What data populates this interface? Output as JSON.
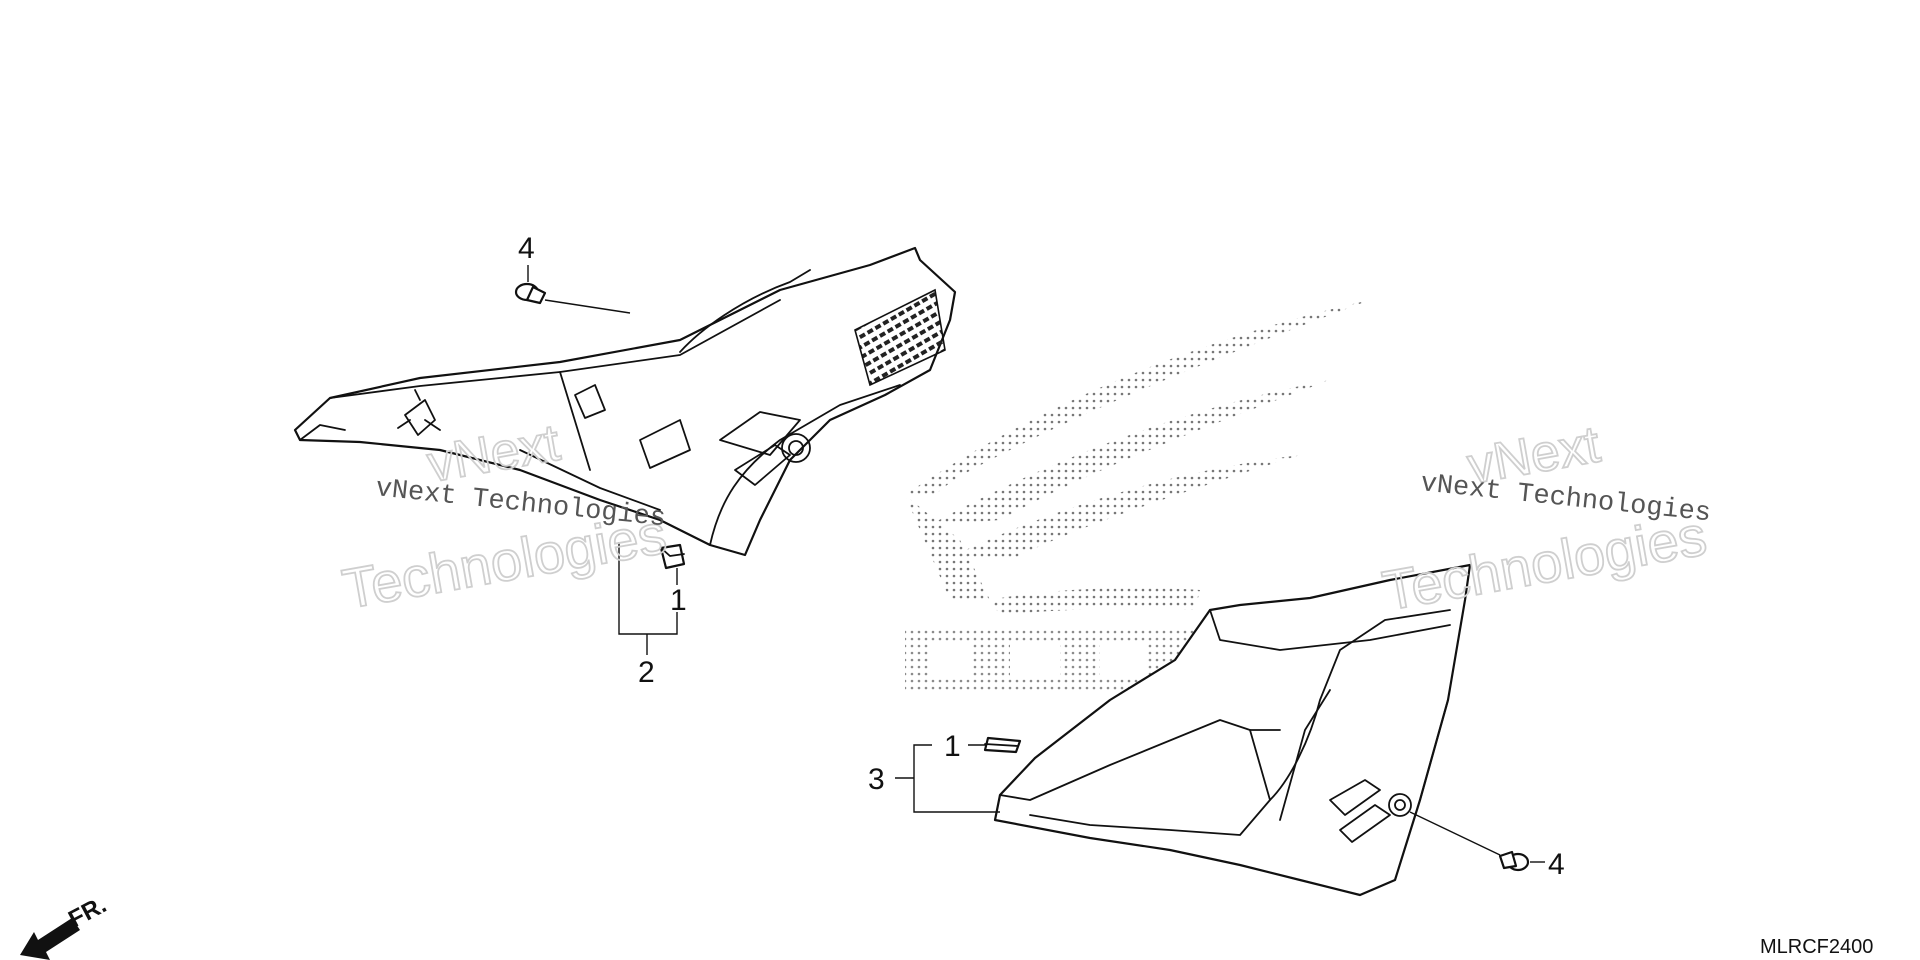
{
  "diagram": {
    "callouts": {
      "screw_left": "4",
      "grommet_left": "1",
      "assembly_left": "2",
      "grommet_right": "1",
      "assembly_right": "3",
      "screw_right": "4"
    },
    "watermark": {
      "line1": "vNext Technologies",
      "line2_v": "vNext",
      "line2_big": "Technologies"
    },
    "direction_label": "FR.",
    "diagram_code": "MLRCF2400"
  }
}
